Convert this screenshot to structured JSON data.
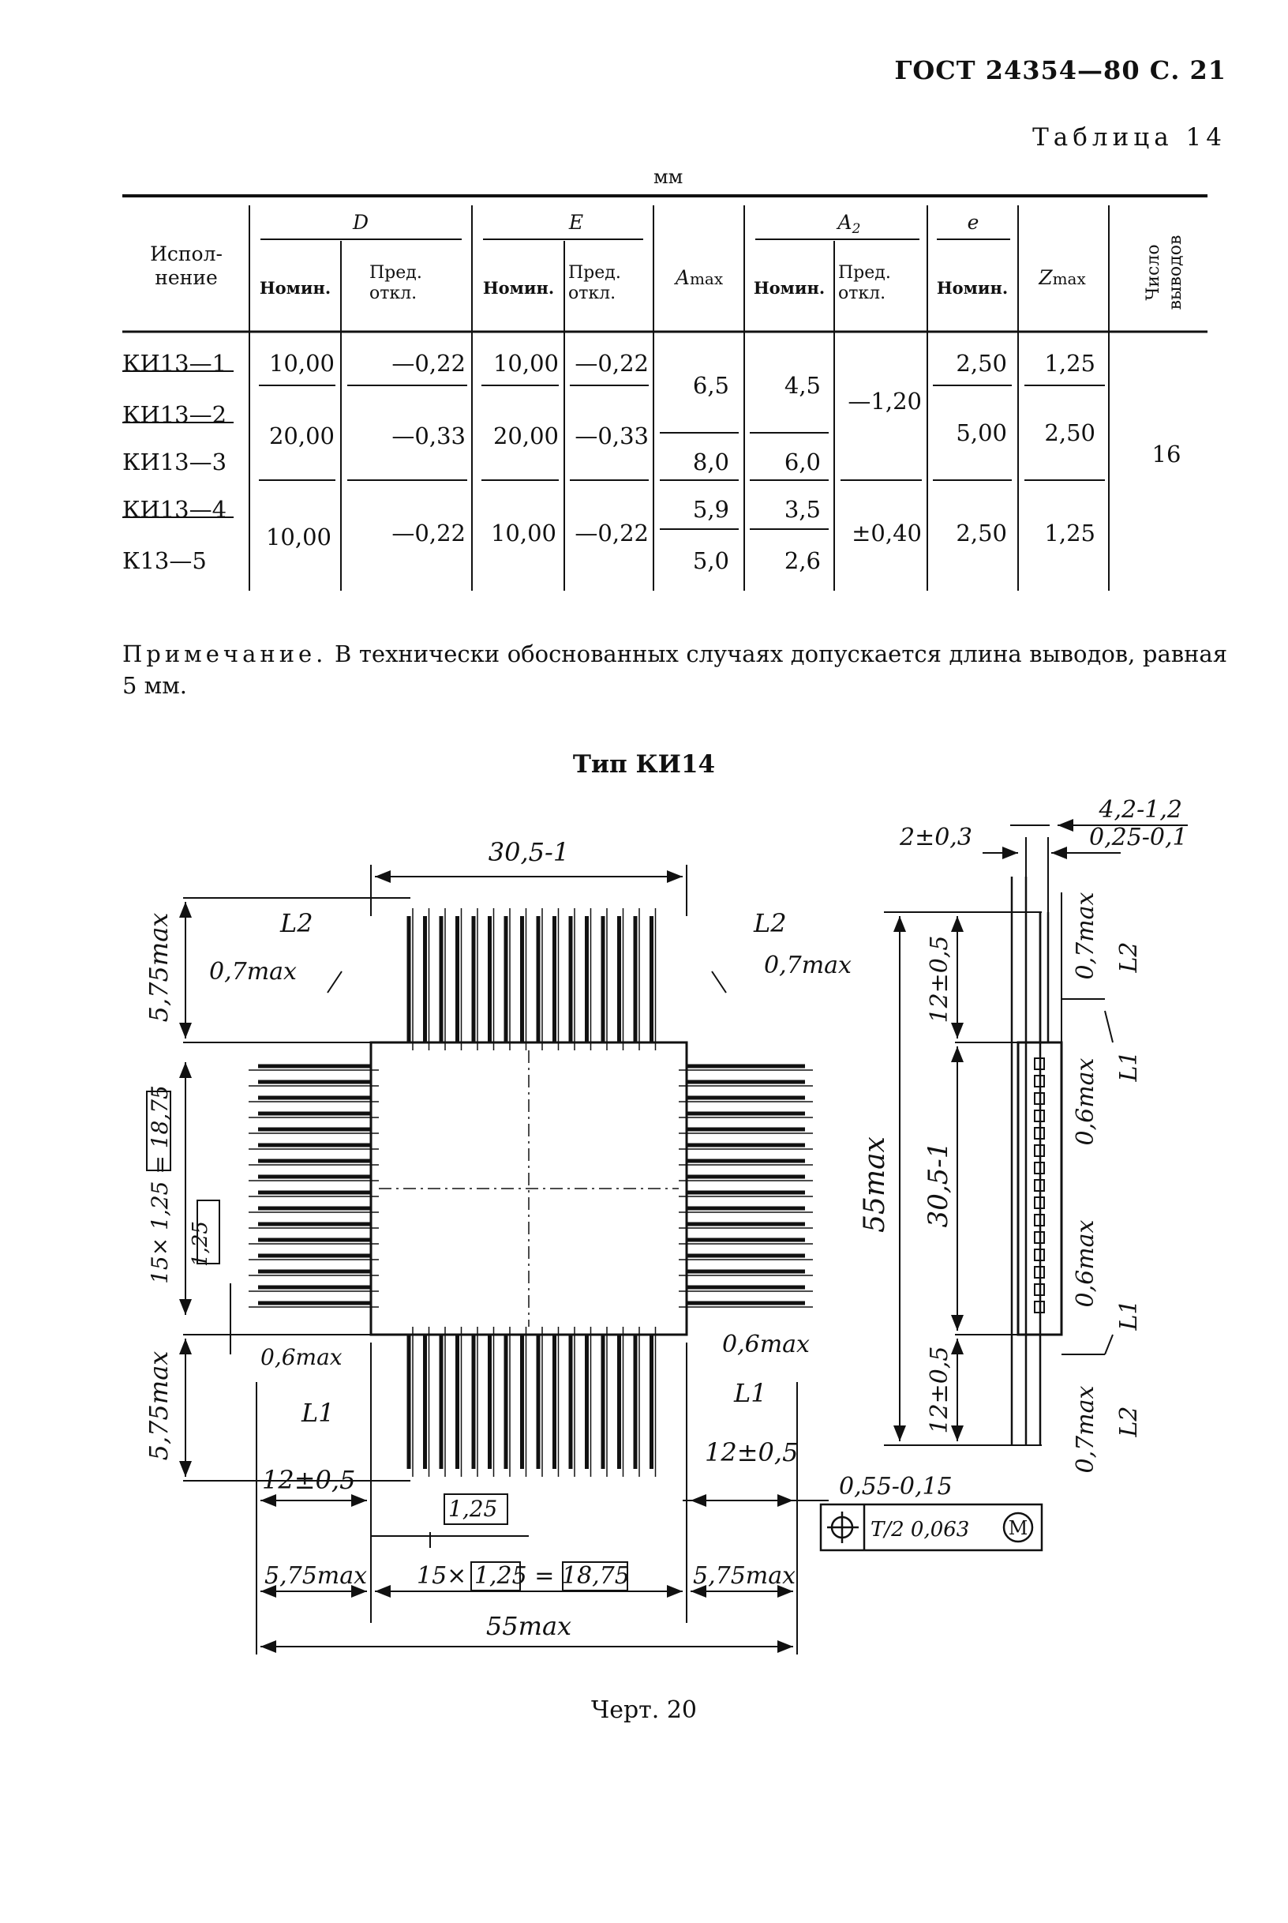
{
  "page_header": "ГОСТ 24354—80 С. 21",
  "table_title": "Таблица 14",
  "units": "мм",
  "table": {
    "headers": {
      "variant": "Испол-\nнение",
      "D": "D",
      "E": "E",
      "A_max": "A",
      "A_max_sub": "max",
      "A2": "A",
      "A2_sub": "2",
      "e": "e",
      "Z_max": "Z",
      "Z_max_sub": "max",
      "pins": "Число выводов",
      "nom": "Номин.",
      "dev": "Пред.\nоткл."
    },
    "rows": [
      {
        "name": "КИ13—1",
        "D_nom": "10,00",
        "D_dev": "—0,22",
        "E_nom": "10,00",
        "E_dev": "—0,22",
        "e_nom": "2,50",
        "z_max": "1,25"
      },
      {
        "name": "КИ13—2",
        "D_nom": "20,00",
        "D_dev": "—0,33",
        "E_nom": "20,00",
        "E_dev": "—0,33",
        "e_nom": "5,00",
        "z_max": "2,50"
      },
      {
        "name": "КИ13—3"
      },
      {
        "name": "КИ13—4",
        "D_nom": "10,00",
        "D_dev": "—0,22",
        "E_nom": "10,00",
        "E_dev": "—0,22",
        "e_nom": "2,50",
        "z_max": "1,25"
      },
      {
        "name": "К13—5"
      }
    ],
    "a_max_values": [
      "6,5",
      "8,0",
      "5,9",
      "5,0"
    ],
    "a2_nom_values": [
      "4,5",
      "6,0",
      "3,5",
      "2,6"
    ],
    "a2_dev_values": [
      "—1,20",
      "±0,40"
    ],
    "pin_count": "16"
  },
  "note": {
    "label": "Примечание.",
    "text": "В технически обоснованных случаях допускается длина выводов, равная 5 мм."
  },
  "figure": {
    "title": "Тип КИ14",
    "caption": "Черт. 20",
    "dims": {
      "top_width": "30,5-1",
      "l2": "L2",
      "l1": "L1",
      "lead_07": "0,7max",
      "lead_06": "0,6max",
      "v575": "5,75max",
      "pitch_expr_prefix": "15×",
      "pitch": "1,25",
      "pitch_eq": "=",
      "pitch_total": "18,75",
      "span12": "12±0,5",
      "max55": "55max",
      "side_42": "4,2-1,2",
      "side_2": "2±0,3",
      "side_025": "0,25-0,1",
      "side_305": "30,5-1",
      "side_06": "0,6max",
      "side_07": "0,7max",
      "tol_055": "0,55-0,15",
      "tol_frame": "T/2 0,063",
      "tol_m": "M"
    }
  }
}
